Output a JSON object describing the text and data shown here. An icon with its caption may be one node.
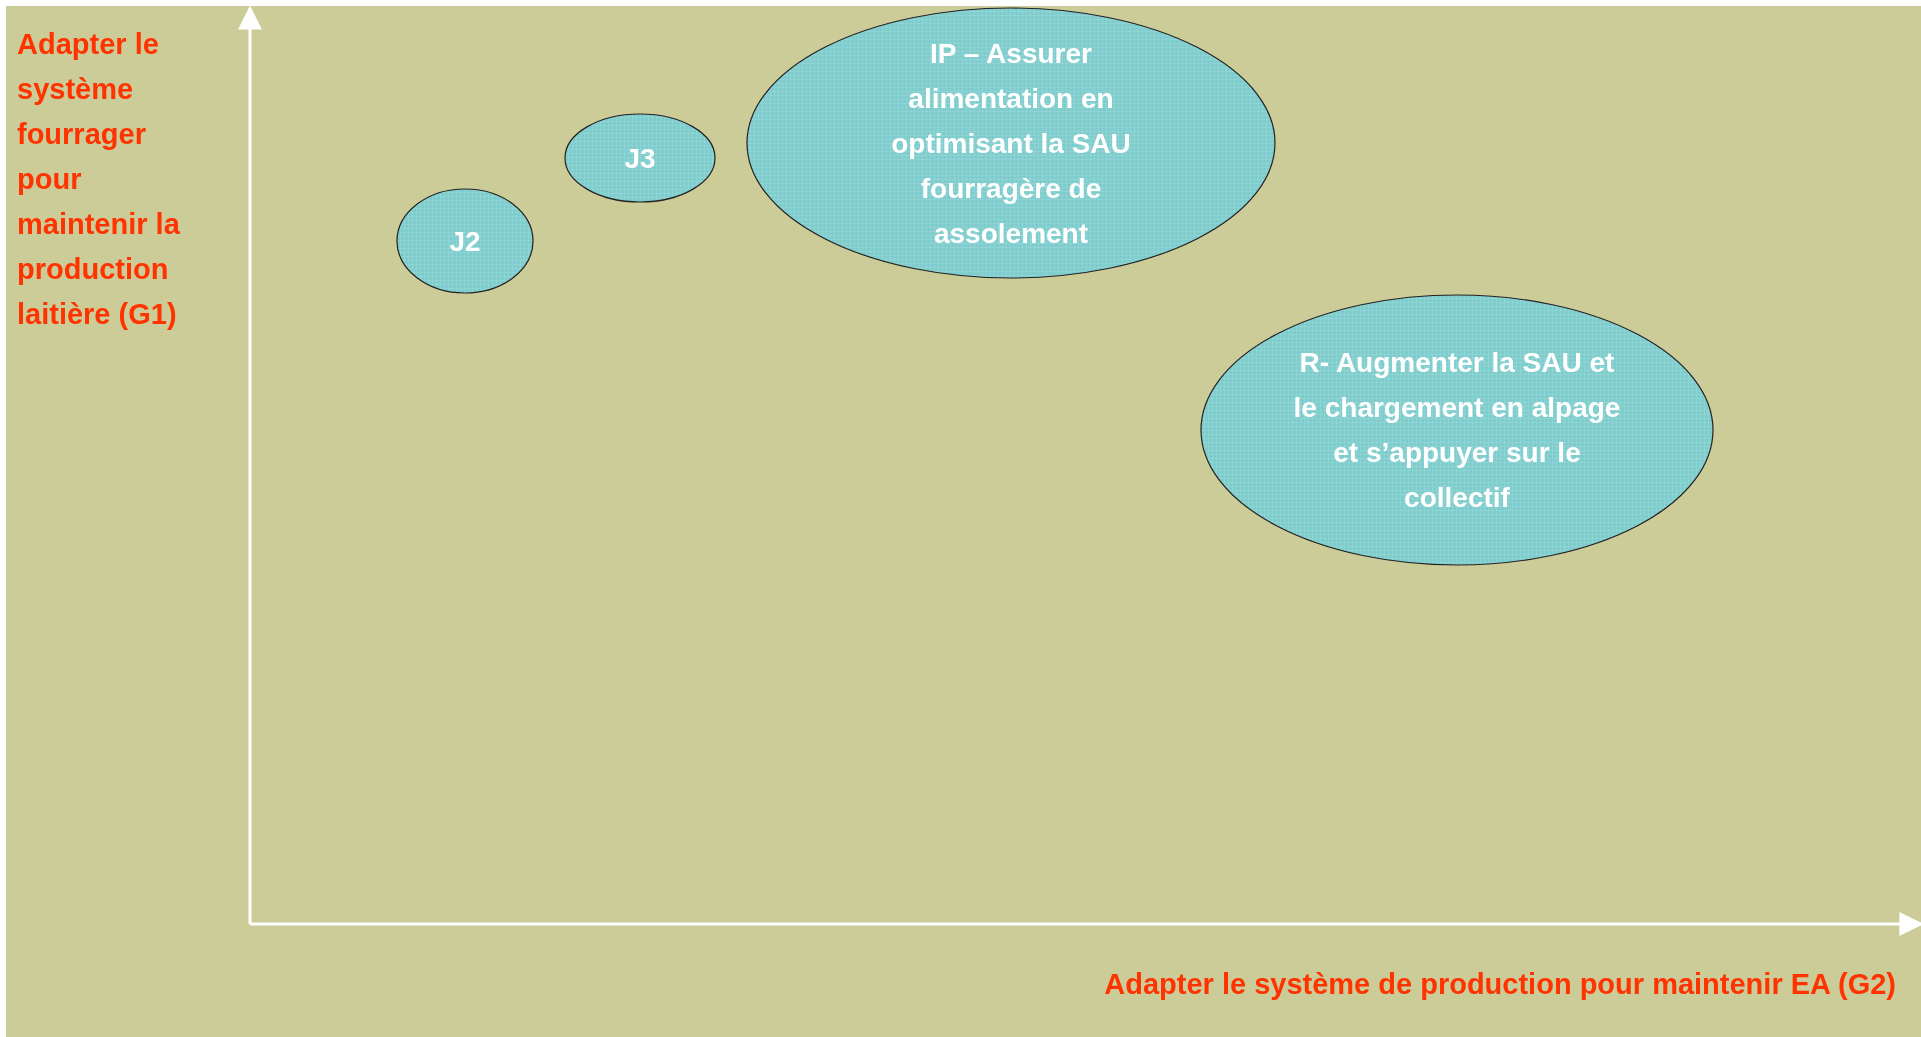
{
  "diagram": {
    "nodes": [
      {
        "text": [
          "IP – Assurer alimentation en optimisant la SAU fourragère de assolement"
        ]
      },
      {
        "text": [
          "J3"
        ]
      },
      {
        "text": [
          "J2"
        ]
      },
      {
        "text": [
          "R- Augmenter la SAU et le chargement en alpage et s’appuyer sur le collectif"
        ]
      }
    ],
    "edges": [],
    "labels": [
      "Adapter le système fourrager pour maintenir la production laitière (G1)",
      "Adapter le système de production pour maintenir EA (G2)"
    ]
  }
}
